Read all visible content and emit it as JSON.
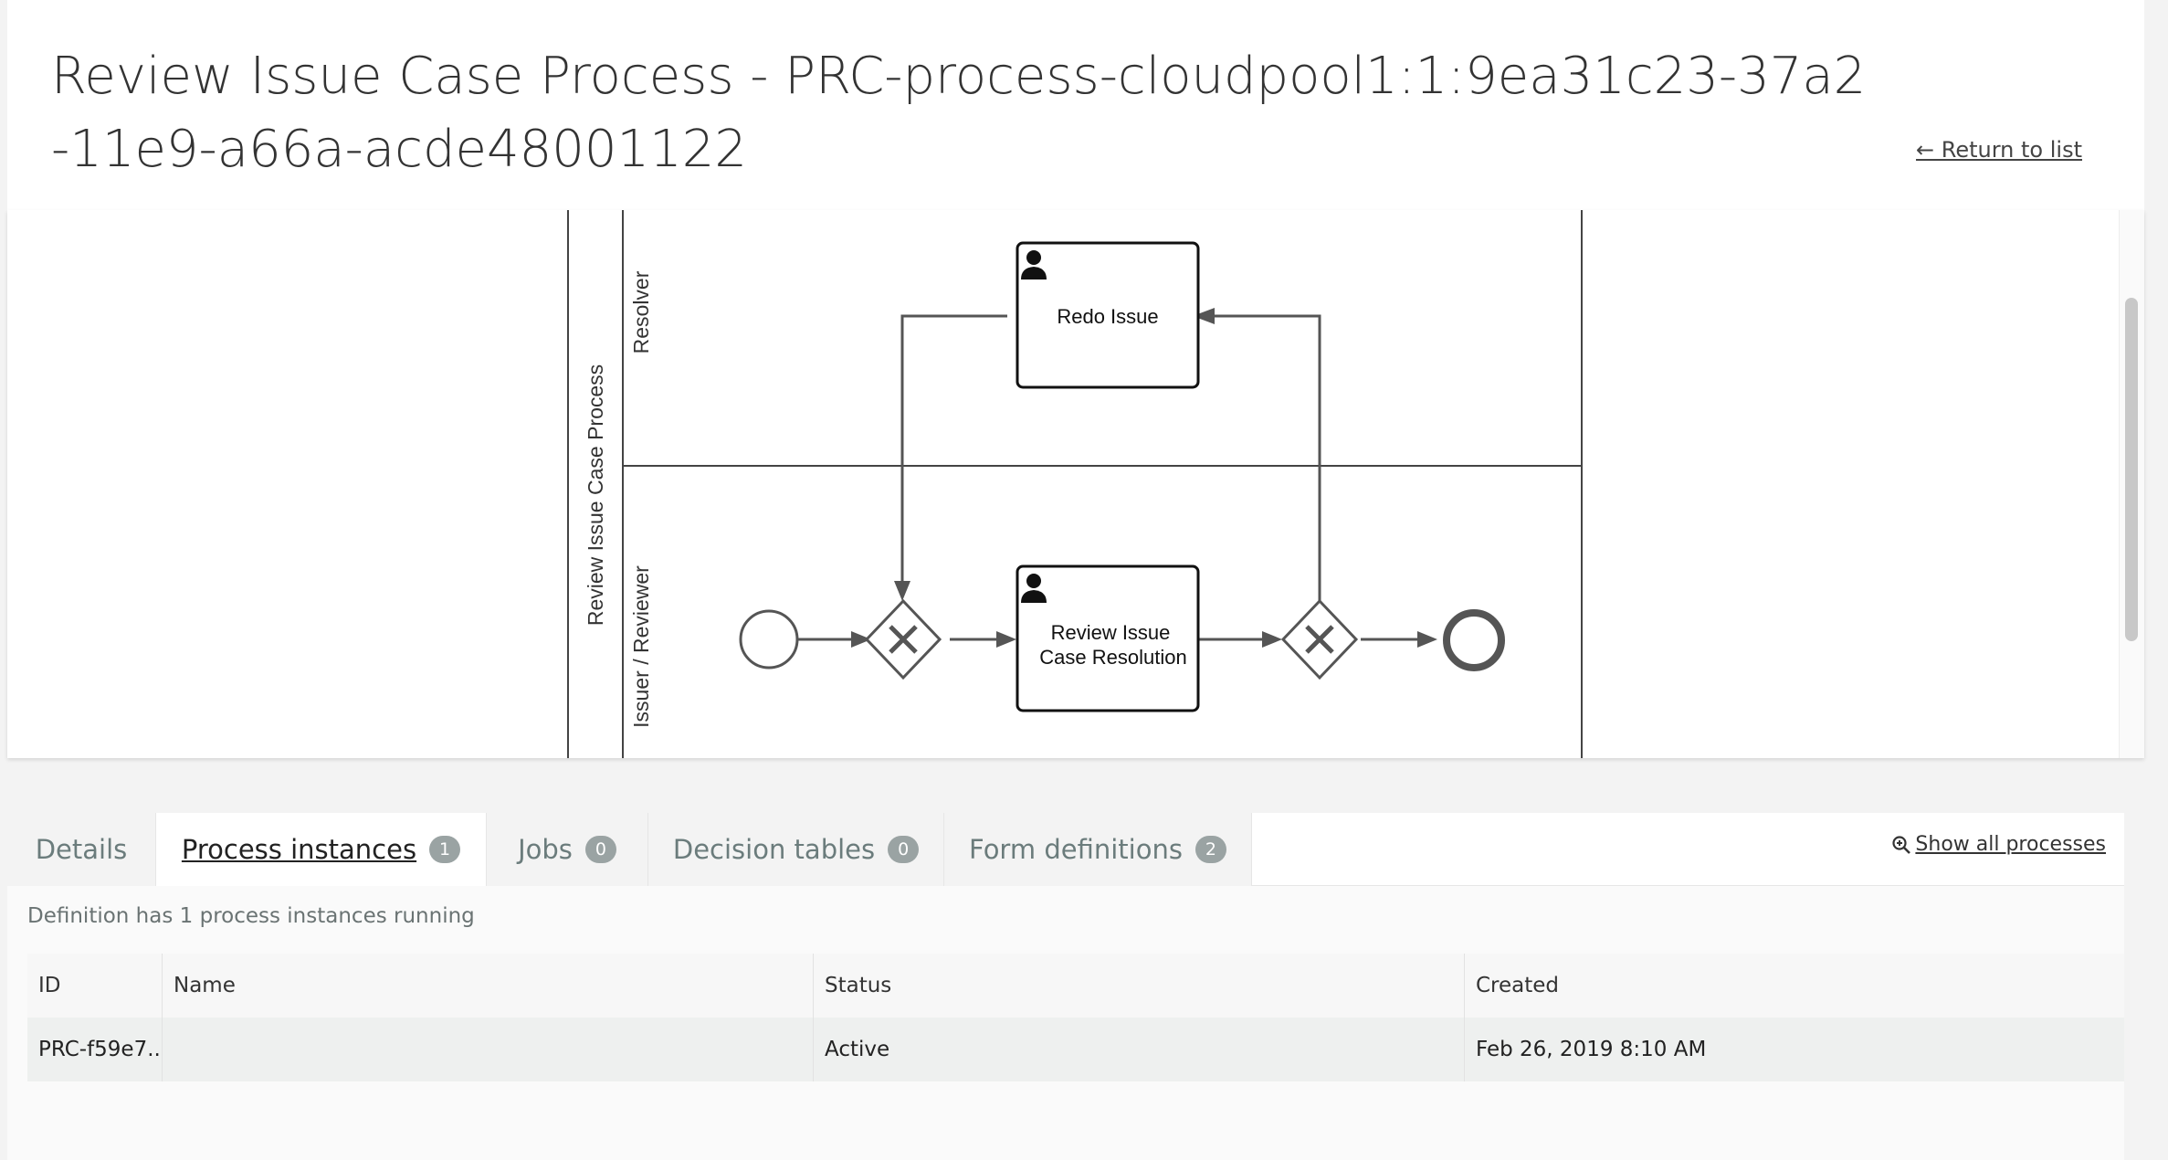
{
  "header": {
    "title": "Review Issue Case Process - PRC-process-cloudpool1:1:9ea31c23-37a2-11e9-a66a-acde48001122",
    "return_link": "← Return to list"
  },
  "diagram": {
    "pool_label": "Review Issue Case Process",
    "lanes": [
      "Resolver",
      "Issuer / Reviewer"
    ],
    "tasks": {
      "redo": "Redo Issue",
      "review_line1": "Review Issue",
      "review_line2": "Case Resolution"
    }
  },
  "tabs": [
    {
      "label": "Details",
      "count": null
    },
    {
      "label": "Process instances",
      "count": "1"
    },
    {
      "label": "Jobs",
      "count": "0"
    },
    {
      "label": "Decision tables",
      "count": "0"
    },
    {
      "label": "Form definitions",
      "count": "2"
    }
  ],
  "show_all": "Show all processes",
  "summary": "Definition has 1 process instances running",
  "table": {
    "headers": [
      "ID",
      "Name",
      "Status",
      "Created"
    ],
    "rows": [
      [
        "PRC-f59e7...",
        "",
        "Active",
        "Feb 26, 2019 8:10 AM"
      ]
    ]
  }
}
